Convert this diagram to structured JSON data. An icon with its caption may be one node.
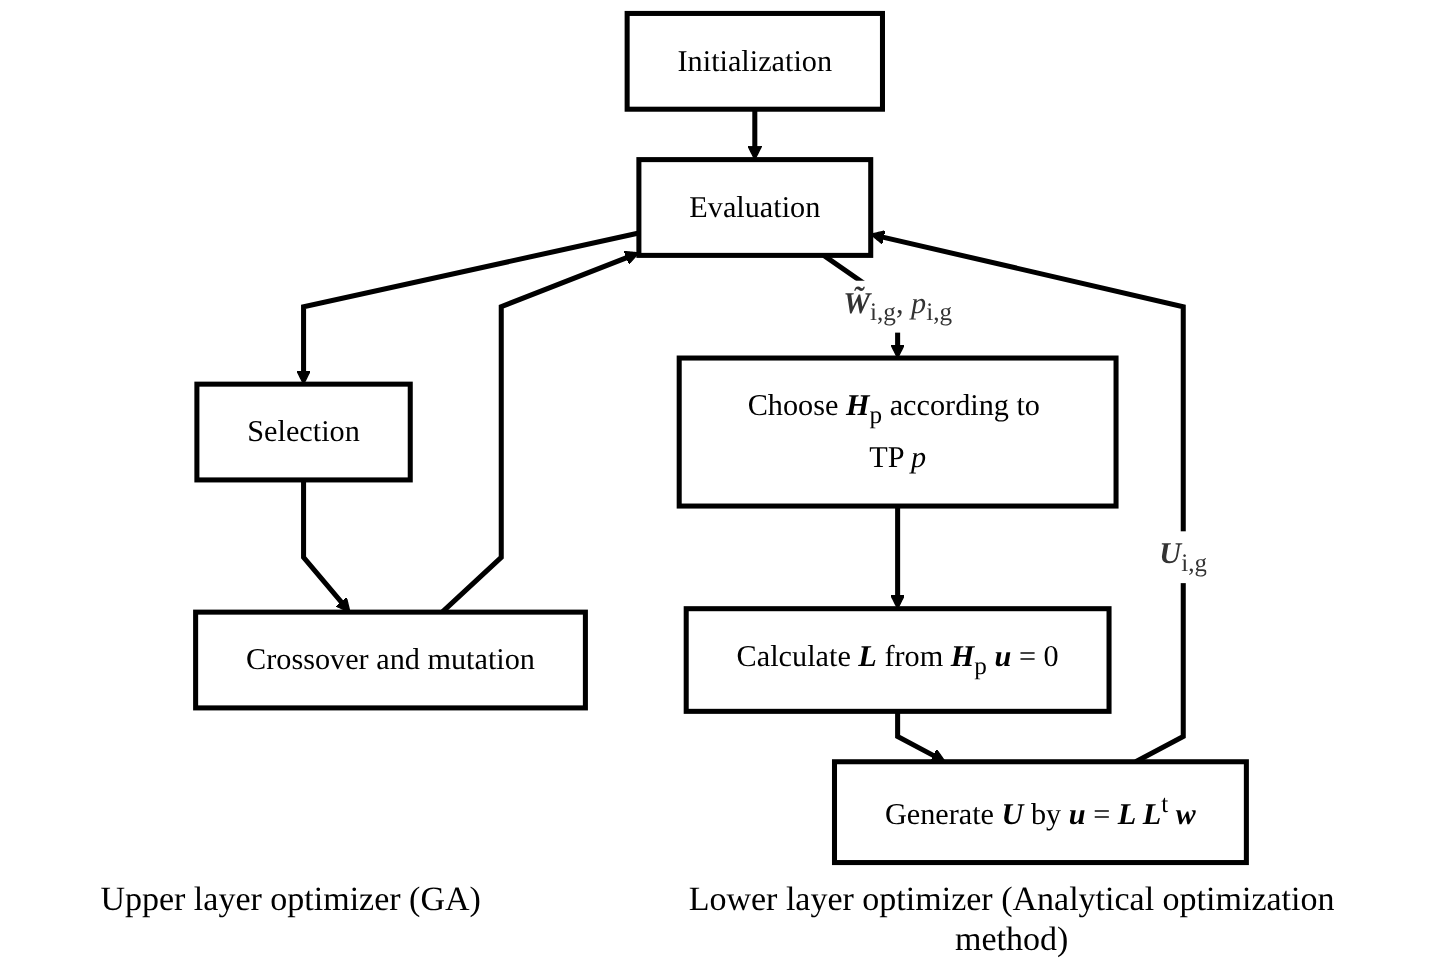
{
  "diagram": {
    "nodes": [
      {
        "text": [
          "Initialization"
        ]
      },
      {
        "text": [
          "Evaluation"
        ]
      },
      {
        "text": [
          "Selection"
        ]
      },
      {
        "text": [
          "Crossover and mutation"
        ]
      },
      {
        "text": [
          "Choose **H**$_{p}$ according to TP *p*"
        ]
      },
      {
        "text": [
          "Calculate **L** from **H**$_{p}$ **u** = 0"
        ]
      },
      {
        "text": [
          "Generate **U** by **u** = **L L**$^{t}$ **w**"
        ]
      }
    ],
    "edges": [
      {
        "from": 0,
        "to": 1,
        "arrow": "to"
      },
      {
        "from": 1,
        "to": 2,
        "arrow": "to"
      },
      {
        "from": 2,
        "to": 3,
        "arrow": "to"
      },
      {
        "from": 3,
        "to": 1,
        "arrow": "to"
      },
      {
        "from": 1,
        "to": 4,
        "arrow": "to",
        "label": "**W̃**$_{i,g}$, *p*$_{i,g}$"
      },
      {
        "from": 4,
        "to": 5,
        "arrow": "to"
      },
      {
        "from": 5,
        "to": 6,
        "arrow": "to"
      },
      {
        "from": 6,
        "to": 1,
        "arrow": "to",
        "label": "**U**$_{i,g}$"
      }
    ],
    "labels": [
      "Upper layer optimizer (GA)",
      "Lower layer optimizer (Analytical optimization method)"
    ]
  }
}
